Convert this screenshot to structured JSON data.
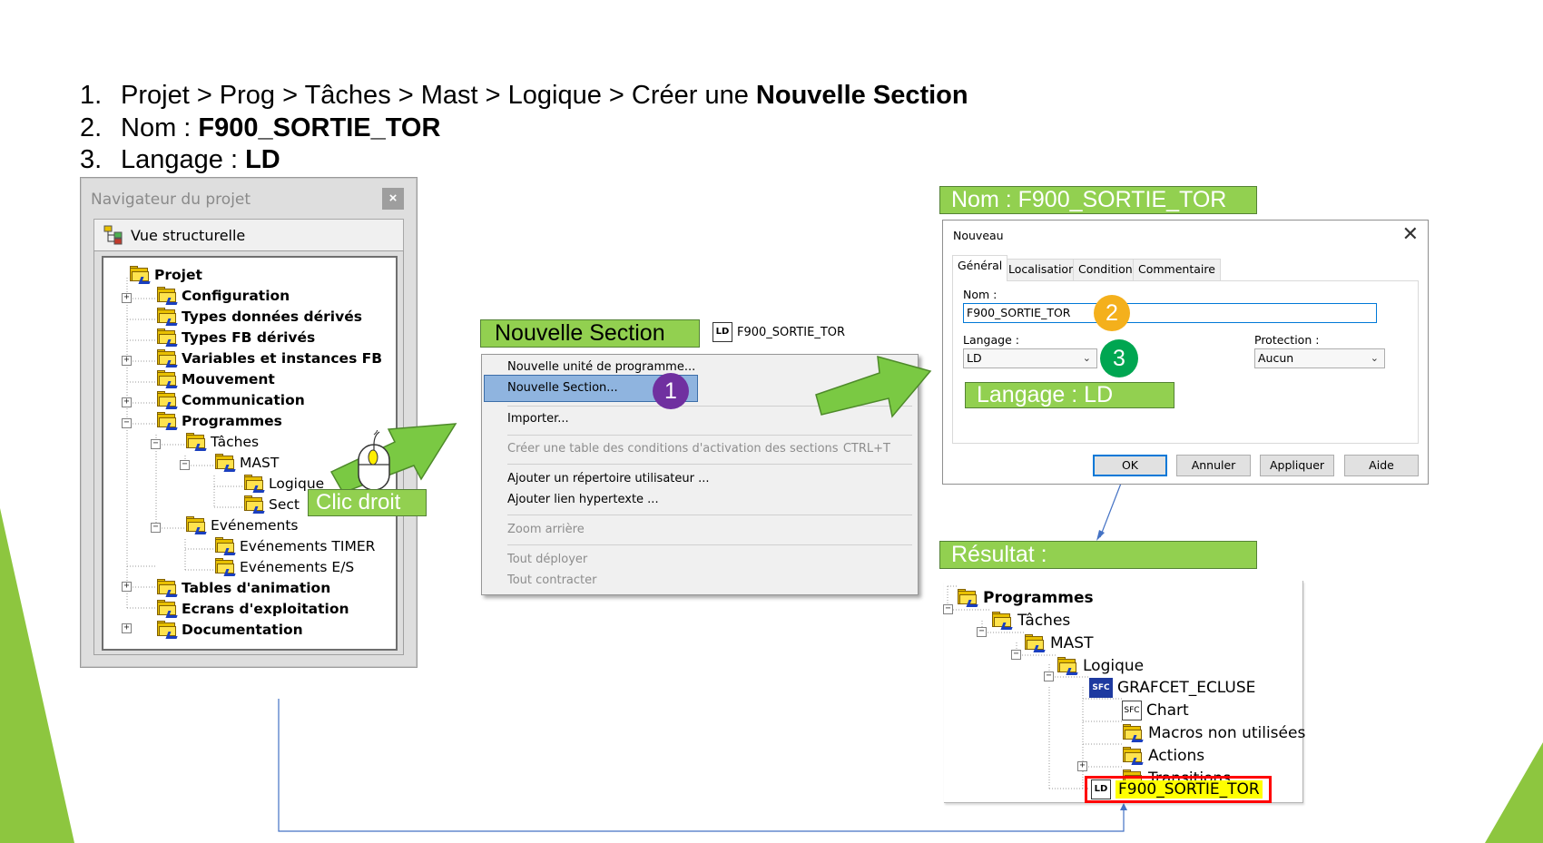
{
  "instructions": {
    "step1": {
      "num": "1.",
      "text": "Projet > Prog > Tâches > Mast > Logique > Créer une ",
      "bold": "Nouvelle Section"
    },
    "step2": {
      "num": "2.",
      "text": "Nom : ",
      "bold": "F900_SORTIE_TOR"
    },
    "step3": {
      "num": "3.",
      "text": "Langage : ",
      "bold": "LD"
    }
  },
  "navigator": {
    "title": "Navigateur du projet",
    "close": "×",
    "view_label": "Vue structurelle",
    "tree": [
      "Projet",
      "Configuration",
      "Types données dérivés",
      "Types FB dérivés",
      "Variables et instances FB",
      "Mouvement",
      "Communication",
      "Programmes",
      "Tâches",
      "MAST",
      "Logique",
      "Sect",
      "Evénements",
      "Evénements TIMER",
      "Evénements E/S",
      "Tables d'animation",
      "Ecrans d'exploitation",
      "Documentation"
    ]
  },
  "labels": {
    "clic_droit": "Clic droit",
    "nouvelle_section": "Nouvelle Section",
    "nom": "Nom : F900_SORTIE_TOR",
    "langage": "Langage : LD",
    "resultat": "Résultat :"
  },
  "ld_tag": "F900_SORTIE_TOR",
  "context_menu": {
    "items": [
      "Nouvelle unité de programme...",
      "Nouvelle Section...",
      "Importer...",
      "Créer une table des conditions d'activation des sections",
      "Ajouter un répertoire utilisateur ...",
      "Ajouter lien hypertexte ...",
      "Zoom arrière",
      "Tout déployer",
      "Tout contracter"
    ],
    "shortcut": "CTRL+T"
  },
  "bubbles": {
    "one": "1",
    "two": "2",
    "three": "3"
  },
  "dialog": {
    "title": "Nouveau",
    "close": "✕",
    "tabs": [
      "Général",
      "Localisation",
      "Condition",
      "Commentaire"
    ],
    "nom_label": "Nom :",
    "nom_value": "F900_SORTIE_TOR",
    "langage_label": "Langage :",
    "langage_value": "LD",
    "protection_label": "Protection :",
    "protection_value": "Aucun",
    "buttons": [
      "OK",
      "Annuler",
      "Appliquer",
      "Aide"
    ]
  },
  "result_tree": [
    "Programmes",
    "Tâches",
    "MAST",
    "Logique",
    "GRAFCET_ECLUSE",
    "Chart",
    "Macros non utilisées",
    "Actions",
    "Transitions",
    "F900_SORTIE_TOR"
  ],
  "icons": {
    "sfc": "SFC",
    "chart": "SFC",
    "ld": "LD"
  },
  "colors": {
    "label_green": "#92d050",
    "bubble_purple": "#7030a0",
    "bubble_orange": "#f4b01c",
    "bubble_green": "#00a651",
    "highlight_red": "#ff0000",
    "highlight_yellow": "#ffff00",
    "arrow_green": "#7ac943"
  }
}
